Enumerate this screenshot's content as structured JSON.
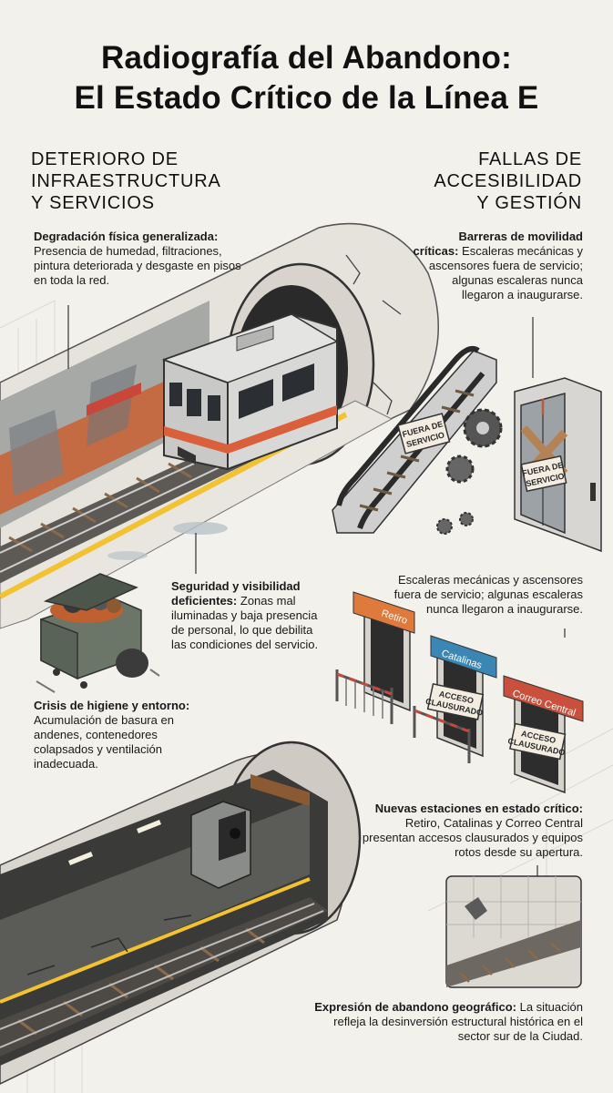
{
  "title": {
    "line1": "Radiografía del Abandono:",
    "line2": "El Estado Crítico de la Línea E"
  },
  "left_section": {
    "heading": [
      "DETERIORO DE",
      "INFRAESTRUCTURA",
      "Y SERVICIOS"
    ],
    "callouts": [
      {
        "title": "Degradación física generalizada:",
        "body": "Presencia de humedad, filtraciones, pintura deteriorada y desgaste en pisos en toda la red."
      },
      {
        "title": "Seguridad y visibilidad deficientes:",
        "body": "Zonas mal iluminadas y baja presencia de personal, lo que debilita las condiciones del servicio."
      },
      {
        "title": "Crisis de higiene y entorno:",
        "body": "Acumulación de basura en andenes, contenedores colapsados y ventilación inadecuada."
      }
    ]
  },
  "right_section": {
    "heading": [
      "FALLAS DE",
      "ACCESIBILIDAD",
      "Y GESTIÓN"
    ],
    "callouts": [
      {
        "title": "Barreras de movilidad críticas:",
        "body": "Escaleras mecánicas y ascensores fuera de servicio; algunas escaleras nunca llegaron a inaugurarse."
      },
      {
        "title": "",
        "body": "Escaleras mecánicas y ascensores fuera de servicio; algunas escaleras nunca llegaron a inaugurarse."
      },
      {
        "title": "Nuevas estaciones en estado crítico:",
        "body": "Retiro, Catalinas y Correo Central presentan accesos clausurados y equipos rotos desde su apertura."
      },
      {
        "title": "Expresión de abandono geográfico:",
        "body": "La situación refleja la desinversión estructural histórica en el sector sur de la Ciudad."
      }
    ]
  },
  "signs": {
    "out_of_service": [
      "FUERA DE",
      "SERVICIO"
    ],
    "closed_access": [
      "ACCESO",
      "CLAUSURADO"
    ],
    "stations": [
      "Retiro",
      "Catalinas",
      "Correo Central"
    ]
  },
  "colors": {
    "background": "#f3f1ec",
    "train_stripe": "#d9603a",
    "platform_line": "#f2c230",
    "retiro_sign": "#e07a3c",
    "catalinas_sign": "#3a87b5",
    "correo_sign": "#c9503c"
  }
}
